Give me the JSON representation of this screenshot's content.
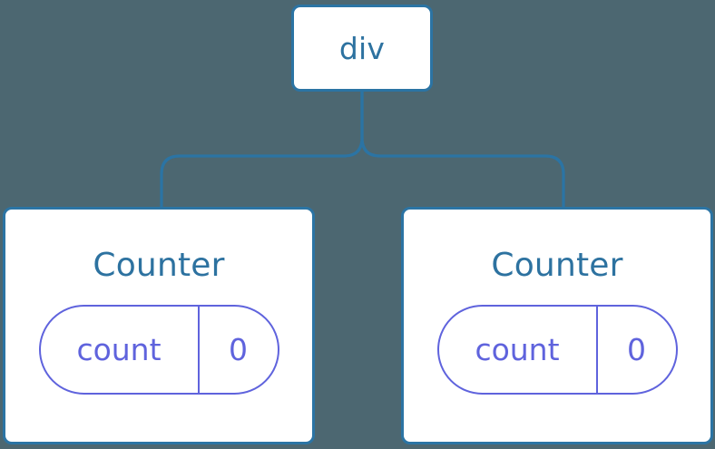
{
  "diagram": {
    "type": "component-tree",
    "background_color": "#4c6771",
    "node_border_color": "#2b74a4",
    "node_fill_color": "#ffffff",
    "title_color": "#2d72a0",
    "state_accent_color": "#5f63dd",
    "connector_color": "#2b74a4",
    "root": {
      "label": "div"
    },
    "children": [
      {
        "label": "Counter",
        "state": {
          "key": "count",
          "value": "0"
        }
      },
      {
        "label": "Counter",
        "state": {
          "key": "count",
          "value": "0"
        }
      }
    ]
  }
}
